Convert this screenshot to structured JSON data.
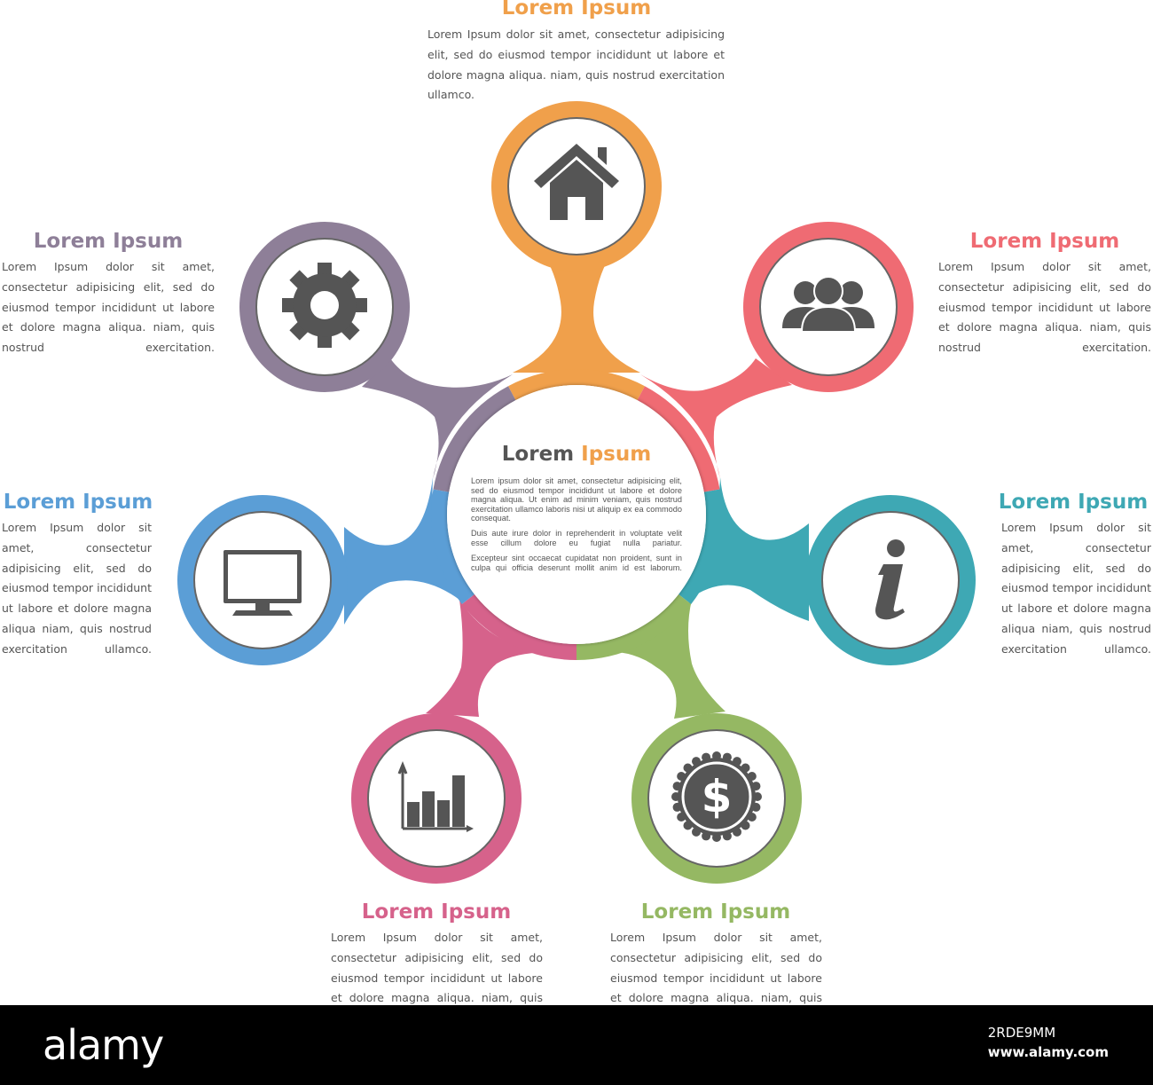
{
  "center": {
    "title_part1": "Lorem",
    "title_part2": "Ipsum",
    "title_color1": "#555555",
    "title_color2": "#f0a04b",
    "paragraphs": [
      "Lorem ipsum dolor sit amet, consectetur adipisicing elit, sed do eiusmod tempor incididunt ut labore et dolore magna aliqua. Ut enim ad minim veniam, quis nostrud exercitation ullamco laboris nisi ut aliquip ex ea commodo consequat.",
      "Duis aute irure dolor in reprehenderit in voluptate velit esse cillum dolore eu fugiat nulla pariatur.",
      "Excepteur sint occaecat cupidatat non proident, sunt in culpa qui officia deserunt mollit anim id est laborum."
    ]
  },
  "nodes": [
    {
      "id": "top",
      "title": "Lorem Ipsum",
      "text": "Lorem Ipsum dolor sit amet, consectetur adipisicing elit, sed do eiusmod tempor incididunt ut labore et dolore magna aliqua. niam, quis nostrud exercitation ullamco.",
      "color": "#f0a04b",
      "icon": "home-icon"
    },
    {
      "id": "upper-right",
      "title": "Lorem Ipsum",
      "text": "Lorem Ipsum dolor sit amet, consectetur adipisicing elit, sed do eiusmod tempor incididunt ut labore et dolore magna aliqua. niam, quis nostrud exercitation.",
      "color": "#ef6b73",
      "icon": "users-icon"
    },
    {
      "id": "right",
      "title": "Lorem Ipsum",
      "text": "Lorem Ipsum dolor sit amet, consectetur adipisicing elit, sed do eiusmod tempor incididunt ut labore et dolore magna aliqua niam, quis nostrud exercitation ullamco.",
      "color": "#3ea8b4",
      "icon": "info-icon"
    },
    {
      "id": "lower-right",
      "title": "Lorem Ipsum",
      "text": "Lorem Ipsum dolor sit amet, consectetur adipisicing elit, sed do eiusmod tempor incididunt ut labore et dolore magna aliqua. niam, quis nostrud exercitation.",
      "color": "#95b863",
      "icon": "dollar-coin-icon"
    },
    {
      "id": "lower-left",
      "title": "Lorem Ipsum",
      "text": "Lorem Ipsum dolor sit amet, consectetur adipisicing elit, sed do eiusmod tempor incididunt ut labore et dolore magna aliqua. niam, quis nostrud exercitation.",
      "color": "#d6628b",
      "icon": "bar-chart-icon"
    },
    {
      "id": "left",
      "title": "Lorem Ipsum",
      "text": "Lorem Ipsum dolor sit amet, consectetur adipisicing elit, sed do eiusmod tempor incididunt ut labore et dolore magna aliqua niam, quis nostrud exercitation ullamco.",
      "color": "#5b9ed6",
      "icon": "monitor-icon"
    },
    {
      "id": "upper-left",
      "title": "Lorem Ipsum",
      "text": "Lorem Ipsum dolor sit amet, consectetur adipisicing elit, sed do eiusmod tempor incididunt ut labore et dolore magna aliqua. niam, quis nostrud exercitation.",
      "color": "#8e7f98",
      "icon": "gear-icon"
    }
  ],
  "icon_color": "#555555",
  "footer": {
    "logo": "alamy",
    "image_id": "2RDE9MM",
    "url": "www.alamy.com"
  }
}
